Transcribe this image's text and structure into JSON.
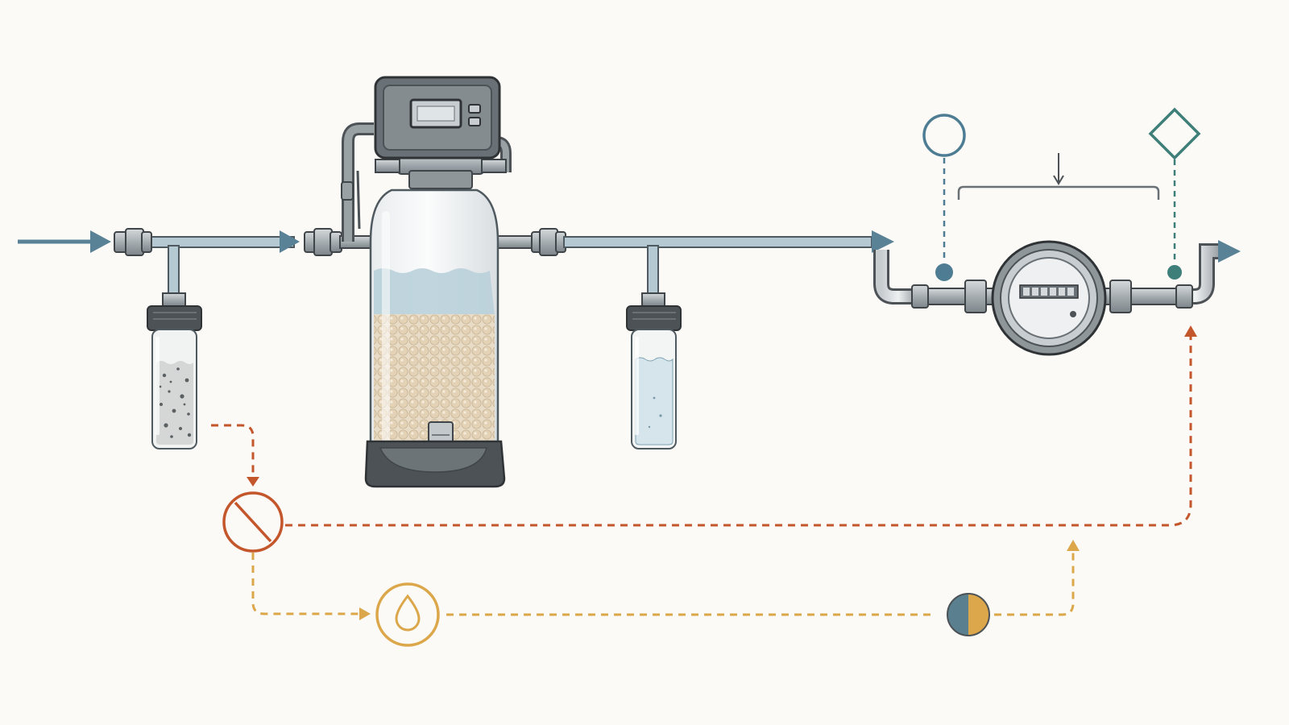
{
  "diagram": {
    "kind": "water-treatment-flow",
    "components": [
      {
        "id": "inlet",
        "icon": "inlet-arrow-icon"
      },
      {
        "id": "sediment-prefilter",
        "icon": "sediment-filter-housing-icon"
      },
      {
        "id": "control-valve",
        "icon": "control-head-icon"
      },
      {
        "id": "softener-tank",
        "icon": "resin-tank-icon"
      },
      {
        "id": "post-filter",
        "icon": "clear-filter-housing-icon"
      },
      {
        "id": "water-meter",
        "icon": "water-meter-icon"
      },
      {
        "id": "outlet",
        "icon": "outlet-arrow-icon"
      }
    ],
    "markers": [
      {
        "id": "upstream-marker",
        "icon": "circle-icon"
      },
      {
        "id": "downstream-marker",
        "icon": "diamond-icon"
      },
      {
        "id": "blocked-node",
        "icon": "prohibited-icon"
      },
      {
        "id": "water-drop-node",
        "icon": "water-drop-icon"
      },
      {
        "id": "mixed-node",
        "icon": "half-circle-icon"
      }
    ]
  },
  "colors": {
    "background": "#fbfaf6",
    "flow": "#5a8296",
    "pipe_fill": "#b4c9d2",
    "pipe_stroke": "#4f5a60",
    "steel": "#9aa1a5",
    "dark_steel": "#4c5256",
    "brine": "#b9d0d9",
    "resin": "#e6d7bf",
    "rust": "#c4562c",
    "amber": "#dba74a",
    "teal": "#3f7f7a",
    "slate_blue": "#4e7d93"
  }
}
